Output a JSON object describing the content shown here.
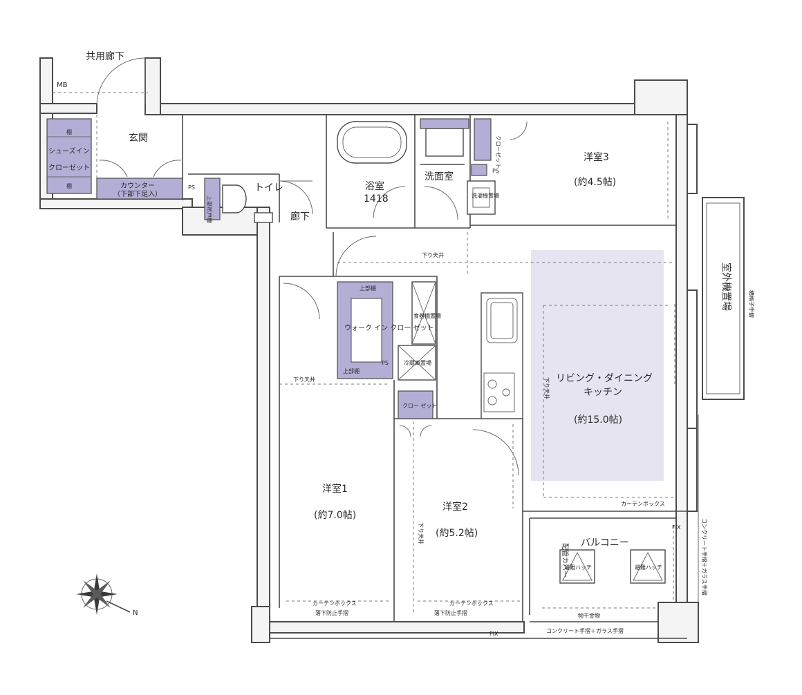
{
  "rooms": {
    "corridor_shared": "共用廊下",
    "mb": "MB",
    "entrance": "玄関",
    "shoe_closet_line1": "シューズイン",
    "shoe_closet_line2": "クローゼット",
    "shelf": "棚",
    "counter_line1": "カウンター",
    "counter_line2": "（下部下足入）",
    "ps": "PS",
    "toilet": "トイレ",
    "toilet_shelf": "上部吊戸棚",
    "hallway": "廊下",
    "bath": "浴室",
    "bath_size": "1418",
    "washroom": "洗面室",
    "washer_area": "洗濯機置場",
    "closet": "クローゼット",
    "closet_short": "クロー ゼット",
    "bedroom3": "洋室3",
    "bedroom3_size": "(約4.5帖)",
    "lowered_ceiling": "下り天井",
    "walkin_closet": "ウォーク イン クロー ゼット",
    "upper_shelf": "上部棚",
    "pantry": "食器棚置場",
    "fridge": "冷蔵庫置場",
    "ldk_line1": "リビング・ダイニング",
    "ldk_line2": "キッチン",
    "ldk_size": "(約15.0帖)",
    "outdoor_unit": "室外機置場",
    "fence": "横格子手摺",
    "bedroom1": "洋室1",
    "bedroom1_size": "(約7.0帖)",
    "bedroom2": "洋室2",
    "bedroom2_size": "(約5.2帖)",
    "balcony": "バルコニー",
    "pipe_cover": "配管カバー",
    "evac_hatch_1": "避難ハッチ",
    "evac_hatch_2": "避難ハッチ",
    "curtain_box": "カーテンボックス",
    "fall_prevention": "落下防止手摺",
    "fix": "FIX",
    "concrete_glass_rail": "コンクリート手摺＋ガラス手摺",
    "handrail": "物干金物",
    "compass": "N"
  },
  "colors": {
    "storage": "#b3aed6",
    "ldk_highlight": "#e6e4f1",
    "wall": "#4a4a4a"
  }
}
